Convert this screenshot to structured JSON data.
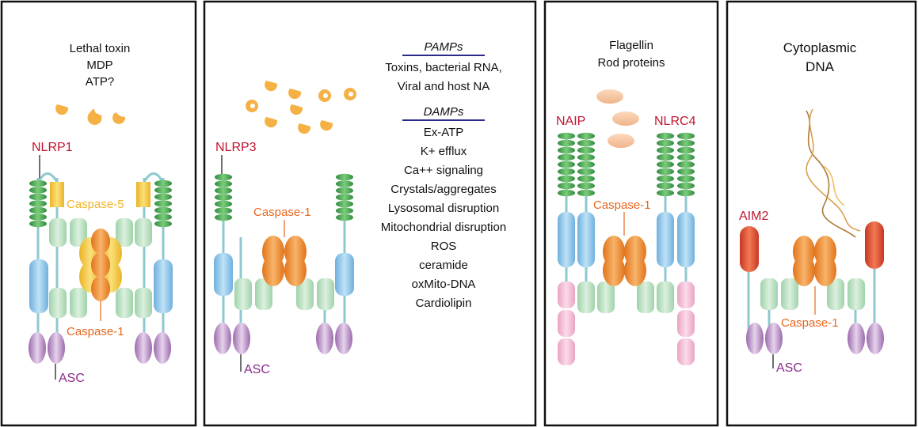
{
  "colors": {
    "nlr_green": "#3a9a4c",
    "nlr_green_light": "#8ccf8a",
    "lrr_blue": "#8fc8ea",
    "nacht_green": "#b9dfc1",
    "asc_purple": "#b487c2",
    "caspase_orange": "#f08a24",
    "caspase5_yellow": "#f2c93a",
    "pyd_pink": "#f2b6d0",
    "aim2_red": "#d9412e",
    "label_red": "#c0152f",
    "label_orange": "#e8671c",
    "label_yellow": "#f0b425",
    "label_purple": "#8b2a8c",
    "ligand_orange": "#f5b145",
    "flagellin_peach": "#f5c7a0",
    "dna_brown": "#b07a3a",
    "divider_navy": "#2a2a8a"
  },
  "panels": [
    {
      "stimulus_lines": [
        "Lethal toxin",
        "MDP",
        "ATP?"
      ],
      "receptor_label": "NLRP1",
      "caspase_labels": [
        "Caspase-5",
        "Caspase-1"
      ],
      "adaptor_label": "ASC"
    },
    {
      "receptor_label": "NLRP3",
      "caspase_label": "Caspase-1",
      "adaptor_label": "ASC",
      "pamps_header": "PAMPs",
      "pamps_items": [
        "Toxins, bacterial RNA,",
        "Viral and host NA"
      ],
      "damps_header": "DAMPs",
      "damps_items": [
        "Ex-ATP",
        "K+ efflux",
        "Ca++ signaling",
        "Crystals/aggregates",
        "Lysosomal disruption",
        "Mitochondrial disruption",
        "ROS",
        "ceramide",
        "oxMito-DNA",
        "Cardiolipin"
      ]
    },
    {
      "stimulus_lines": [
        "Flagellin",
        "Rod proteins"
      ],
      "receptor_labels": [
        "NAIP",
        "NLRC4"
      ],
      "caspase_label": "Caspase-1"
    },
    {
      "stimulus_lines": [
        "Cytoplasmic",
        "DNA"
      ],
      "receptor_label": "AIM2",
      "caspase_label": "Caspase-1",
      "adaptor_label": "ASC"
    }
  ]
}
